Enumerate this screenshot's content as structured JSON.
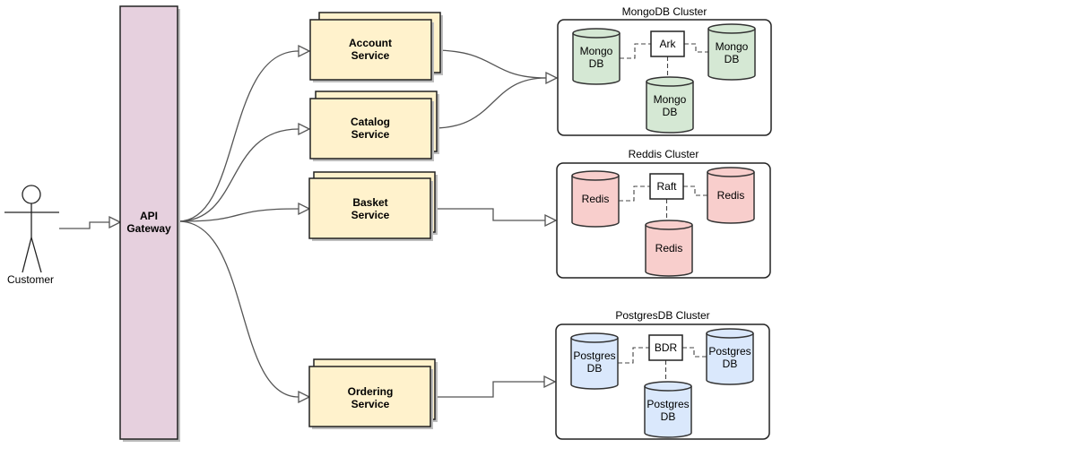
{
  "actor": {
    "label": "Customer"
  },
  "gateway": {
    "line1": "API",
    "line2": "Gateway"
  },
  "services": [
    {
      "line1": "Account",
      "line2": "Service"
    },
    {
      "line1": "Catalog",
      "line2": "Service"
    },
    {
      "line1": "Basket",
      "line2": "Service"
    },
    {
      "line1": "Ordering",
      "line2": "Service"
    }
  ],
  "clusters": [
    {
      "title": "MongoDB Cluster",
      "protocol": "Ark",
      "colors": {
        "fill": "#d5e8d4",
        "stroke": "#333333"
      },
      "nodes": [
        {
          "line1": "Mongo",
          "line2": "DB"
        },
        {
          "line1": "Mongo",
          "line2": "DB"
        },
        {
          "line1": "Mongo",
          "line2": "DB"
        }
      ]
    },
    {
      "title": "Reddis Cluster",
      "protocol": "Raft",
      "colors": {
        "fill": "#f8cecc",
        "stroke": "#333333"
      },
      "nodes": [
        {
          "line1": "Redis",
          "line2": ""
        },
        {
          "line1": "Redis",
          "line2": ""
        },
        {
          "line1": "Redis",
          "line2": ""
        }
      ]
    },
    {
      "title": "PostgresDB Cluster",
      "protocol": "BDR",
      "colors": {
        "fill": "#dae8fc",
        "stroke": "#333333"
      },
      "nodes": [
        {
          "line1": "Postgres",
          "line2": "DB"
        },
        {
          "line1": "Postgres",
          "line2": "DB"
        },
        {
          "line1": "Postgres",
          "line2": "DB"
        }
      ]
    }
  ]
}
